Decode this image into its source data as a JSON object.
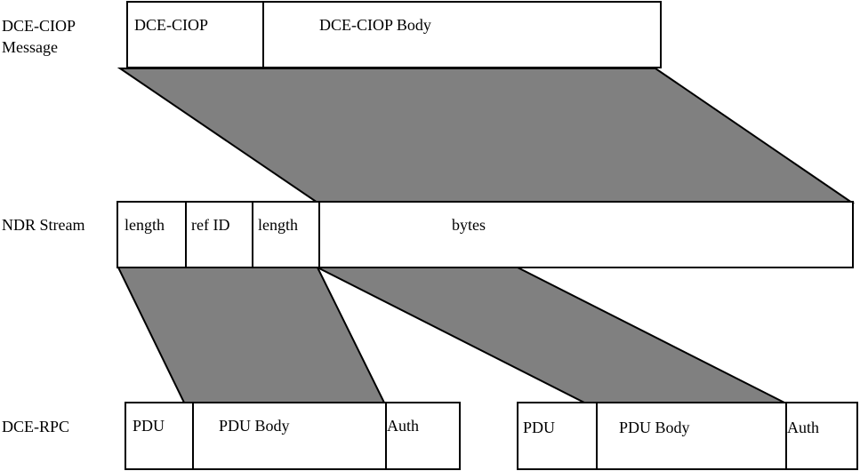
{
  "labels": {
    "dce_ciop_message_line1": "DCE-CIOP",
    "dce_ciop_message_line2": "Message",
    "ndr_stream": "NDR Stream",
    "dce_rpc": "DCE-RPC"
  },
  "dce_ciop": {
    "header": "DCE-CIOP",
    "body": "DCE-CIOP Body"
  },
  "ndr": {
    "length1": "length",
    "ref_id": "ref ID",
    "length2": "length",
    "bytes": "bytes"
  },
  "rpc_left": {
    "pdu": "PDU",
    "body": "PDU Body",
    "auth": "Auth"
  },
  "rpc_right": {
    "pdu": "PDU",
    "body": "PDU Body",
    "auth": "Auth"
  },
  "colors": {
    "mapping_fill": "#808080",
    "stroke": "#000000",
    "box_fill": "#ffffff"
  }
}
